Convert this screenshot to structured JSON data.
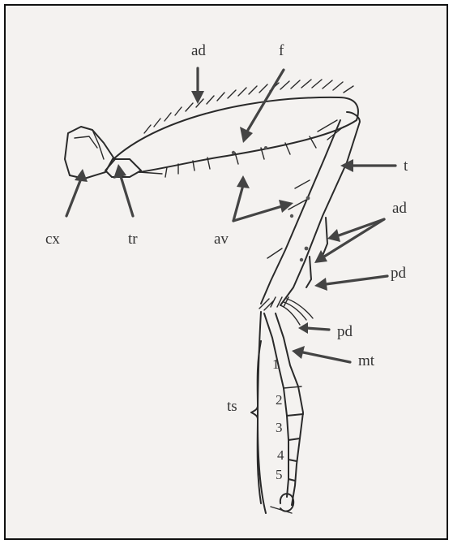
{
  "labels": {
    "ad_top": "ad",
    "f": "f",
    "cx": "cx",
    "tr": "tr",
    "av": "av",
    "t": "t",
    "ad_right": "ad",
    "pd_upper": "pd",
    "pd_lower": "pd",
    "mt": "mt",
    "ts": "ts"
  },
  "tarsal_numbers": [
    "1",
    "2",
    "3",
    "4",
    "5"
  ],
  "colors": {
    "ink": "#2a2a2a",
    "arrow": "#444444",
    "paper": "#f4f2f0",
    "frame": "#111111"
  }
}
